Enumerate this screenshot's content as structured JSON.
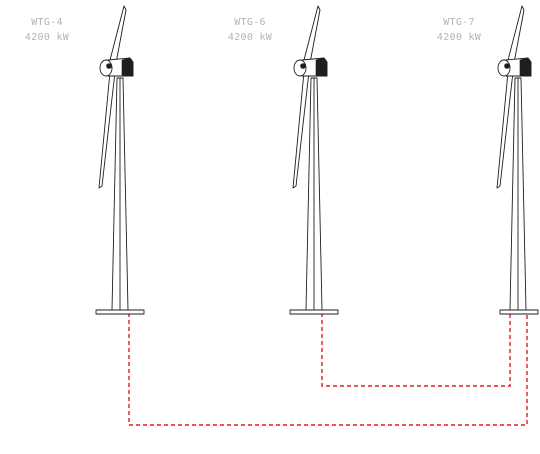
{
  "colors": {
    "cable": "#e31c1c",
    "label_text": "#b4b4b4",
    "outline": "#1e1e1e"
  },
  "turbines": [
    {
      "id": "WTG-4",
      "name": "WTG-4",
      "capacity": "4200 kW"
    },
    {
      "id": "WTG-6",
      "name": "WTG-6",
      "capacity": "4200 kW"
    },
    {
      "id": "WTG-7",
      "name": "WTG-7",
      "capacity": "4200 kW"
    }
  ],
  "cables": [
    {
      "from": "WTG-6",
      "to": "WTG-7",
      "style": "dashed"
    },
    {
      "from": "WTG-4",
      "to": "WTG-7",
      "style": "dashed"
    }
  ]
}
